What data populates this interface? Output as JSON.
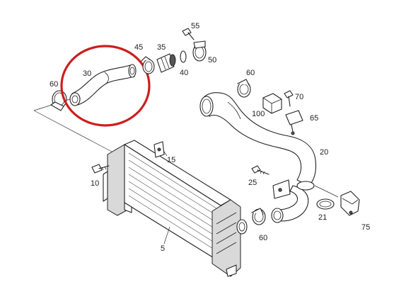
{
  "labels": {
    "l5": "5",
    "l10": "10",
    "l15": "15",
    "l20": "20",
    "l21": "21",
    "l25": "25",
    "l30": "30",
    "l35": "35",
    "l40": "40",
    "l45": "45",
    "l50": "50",
    "l55": "55",
    "l60a": "60",
    "l60b": "60",
    "l60c": "60",
    "l65": "65",
    "l70": "70",
    "l75": "75",
    "l100": "100"
  },
  "colors": {
    "highlight": "#cc1f1f",
    "line": "#222222"
  },
  "highlighted_part": "30"
}
